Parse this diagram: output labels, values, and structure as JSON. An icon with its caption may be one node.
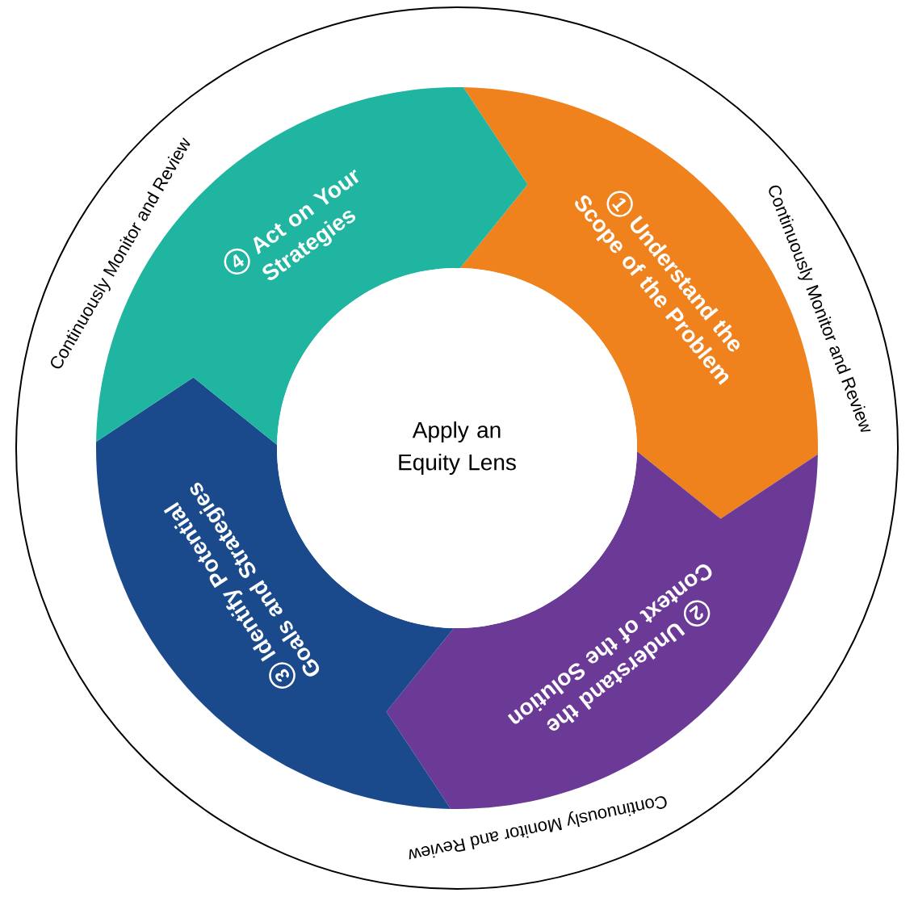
{
  "diagram": {
    "nodes": [
      {
        "text": [
          "Apply an Equity Lens"
        ]
      },
      {
        "text": [
          "1",
          "Understand the Scope of the Problem"
        ]
      },
      {
        "text": [
          "2",
          "Understand the Context of the Solution"
        ]
      },
      {
        "text": [
          "3",
          "Identify Potential Goals and Strategies"
        ]
      },
      {
        "text": [
          "4",
          "Act on Your Strategies"
        ]
      }
    ],
    "labels": [
      "Continuously Monitor and Review",
      "Continuously Monitor and Review",
      "Continuously Monitor and Review"
    ]
  }
}
